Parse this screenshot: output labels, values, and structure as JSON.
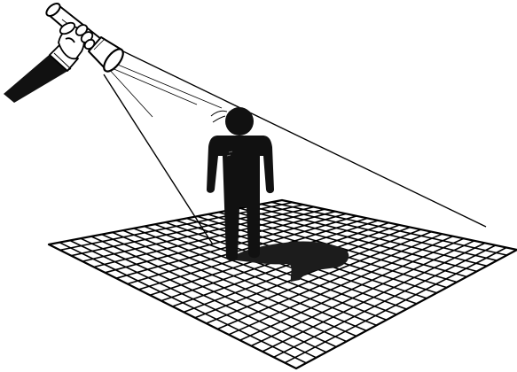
{
  "figure": {
    "elements": [
      "hand",
      "flashlight",
      "light-beam",
      "person-silhouette",
      "shadow",
      "floor-grid"
    ],
    "colors": {
      "ink": "#000000",
      "background": "#ffffff",
      "figure_fill": "#111111",
      "shadow_fill": "#1c1c1c"
    }
  }
}
